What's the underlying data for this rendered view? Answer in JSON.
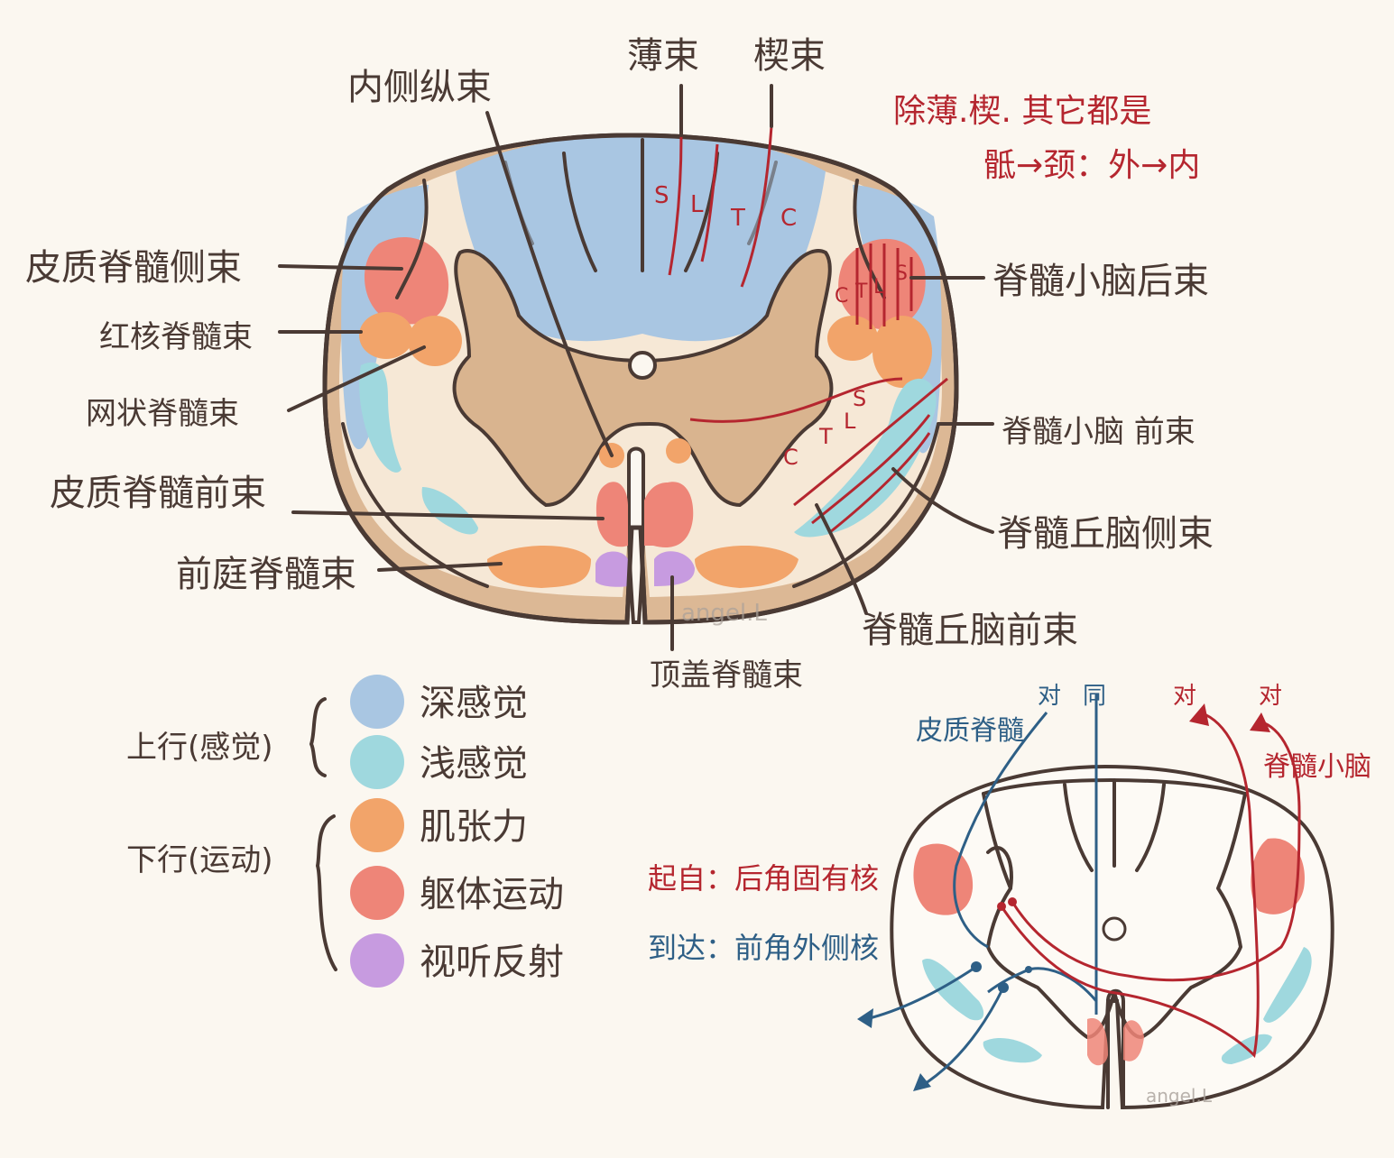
{
  "colors": {
    "deep_sensation": "#a9c6e2",
    "superficial_sensation": "#9fd8de",
    "muscle_tone": "#f2a46a",
    "somatic_motor": "#ee8578",
    "audiovisual_reflex": "#c79be0",
    "white_matter": "#f5e6d3",
    "gray_matter": "#d9b48f",
    "annotation_red": "#b5262f",
    "annotation_blue": "#2e5f86"
  },
  "main_diagram": {
    "labels": {
      "fasciculus_gracilis": "薄束",
      "fasciculus_cuneatus": "楔束",
      "medial_longitudinal_fasciculus": "内侧纵束",
      "lateral_corticospinal_tract": "皮质脊髓侧束",
      "rubrospinal_tract": "红核脊髓束",
      "reticulospinal_tract": "网状脊髓束",
      "anterior_corticospinal_tract": "皮质脊髓前束",
      "vestibulospinal_tract": "前庭脊髓束",
      "tectospinal_tract": "顶盖脊髓束",
      "posterior_spinocerebellar_tract": "脊髓小脑后束",
      "anterior_spinocerebellar_tract": "脊髓小脑 前束",
      "lateral_spinothalamic_tract": "脊髓丘脑侧束",
      "anterior_spinothalamic_tract": "脊髓丘脑前束"
    },
    "segment_letters": {
      "dorsal": [
        "S",
        "L",
        "T",
        "C"
      ],
      "posterior_spinocerebellar": [
        "C",
        "T",
        "L",
        "S"
      ],
      "spinothalamic": [
        "C",
        "T",
        "L",
        "S"
      ]
    },
    "note": {
      "line1": "除薄.楔. 其它都是",
      "line2": "骶→颈：外→内"
    },
    "watermark": "angel.L"
  },
  "legend": {
    "ascending_label": "上行(感觉)",
    "descending_label": "下行(运动)",
    "items": [
      {
        "label": "深感觉",
        "color_key": "deep_sensation"
      },
      {
        "label": "浅感觉",
        "color_key": "superficial_sensation"
      },
      {
        "label": "肌张力",
        "color_key": "muscle_tone"
      },
      {
        "label": "躯体运动",
        "color_key": "somatic_motor"
      },
      {
        "label": "视听反射",
        "color_key": "audiovisual_reflex"
      }
    ]
  },
  "small_diagram": {
    "label_corticospinal": "皮质脊髓",
    "label_spinocerebellar": "脊髓小脑",
    "marks": {
      "blue_contra": "对",
      "blue_ipsi": "同",
      "red_contra": "对",
      "red_contra_2": "对"
    },
    "origin_text": "起自：后角固有核",
    "destination_text": "到达：前角外侧核",
    "watermark": "angel.L"
  }
}
